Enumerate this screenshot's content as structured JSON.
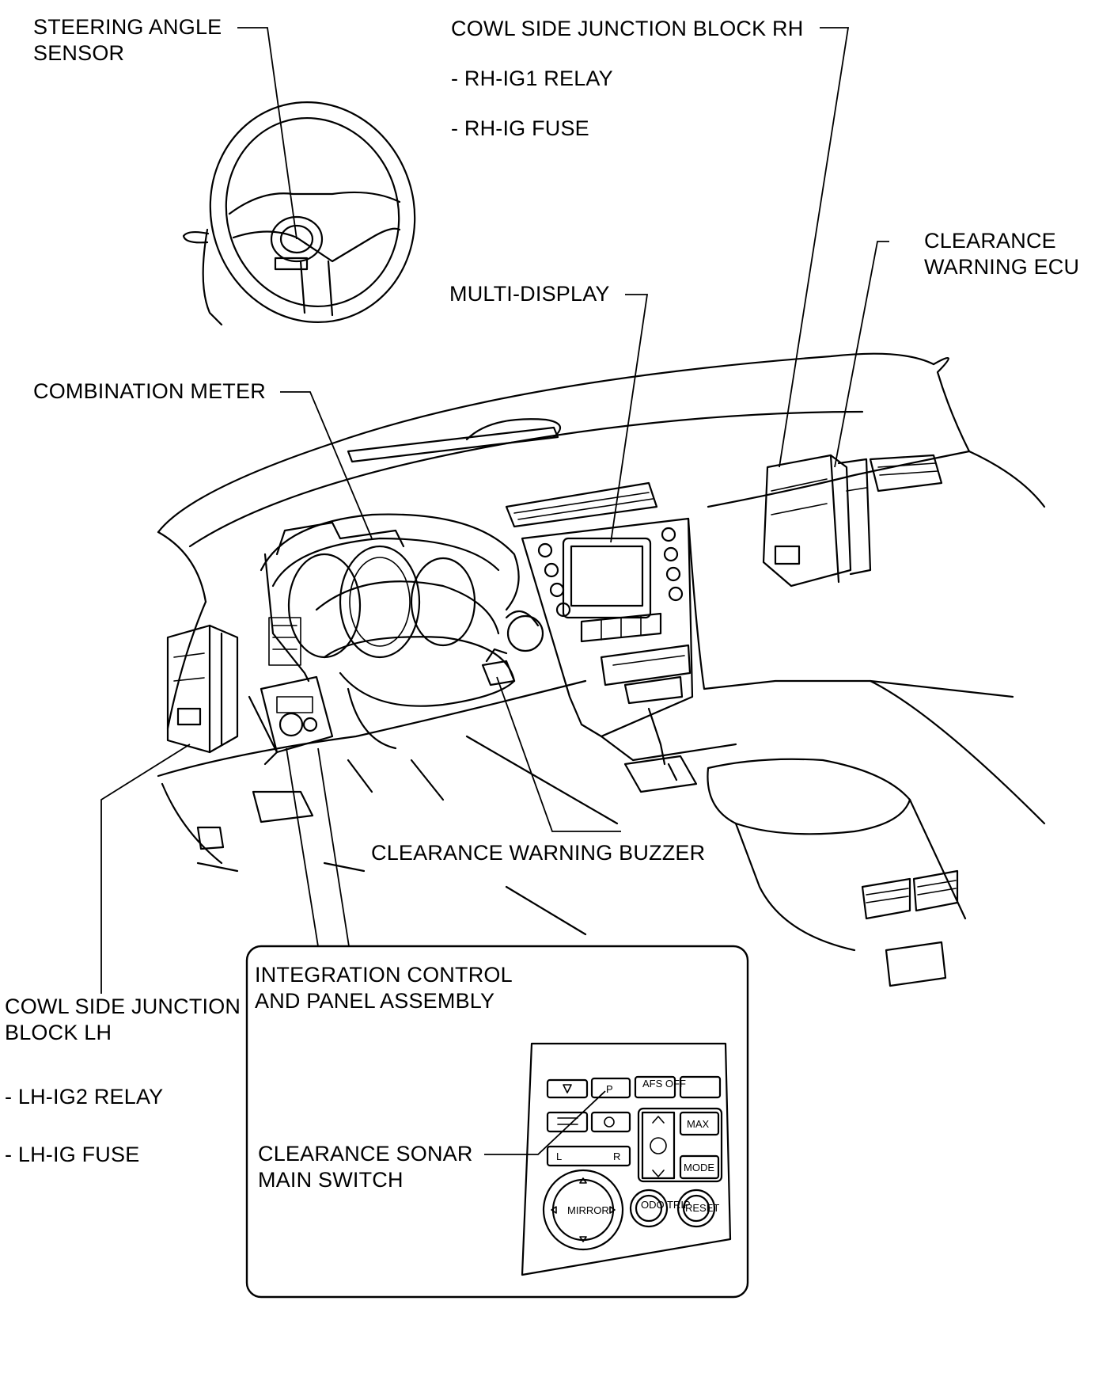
{
  "labels": {
    "steering_angle_sensor": [
      "STEERING ANGLE",
      "SENSOR"
    ],
    "cowl_rh": {
      "title": "COWL SIDE JUNCTION BLOCK RH",
      "items": [
        "- RH-IG1 RELAY",
        "- RH-IG FUSE"
      ]
    },
    "clearance_warning_ecu": [
      "CLEARANCE",
      "WARNING ECU"
    ],
    "multi_display": "MULTI-DISPLAY",
    "combination_meter": "COMBINATION METER",
    "clearance_warning_buzzer": "CLEARANCE WARNING BUZZER",
    "cowl_lh": {
      "title": [
        "COWL SIDE JUNCTION",
        "BLOCK LH"
      ],
      "items": [
        "- LH-IG2 RELAY",
        "- LH-IG FUSE"
      ]
    },
    "integration_panel": [
      "INTEGRATION CONTROL",
      "AND PANEL ASSEMBLY"
    ],
    "clearance_sonar_switch": [
      "CLEARANCE SONAR",
      "MAIN SWITCH"
    ]
  },
  "panel_buttons": {
    "afs_off": "AFS OFF",
    "max": "MAX",
    "mode": "MODE",
    "mirror": "MIRROR",
    "odo_trip": "ODO TRIP",
    "reset": "RESET",
    "left": "L",
    "right": "R",
    "parking": "P"
  }
}
